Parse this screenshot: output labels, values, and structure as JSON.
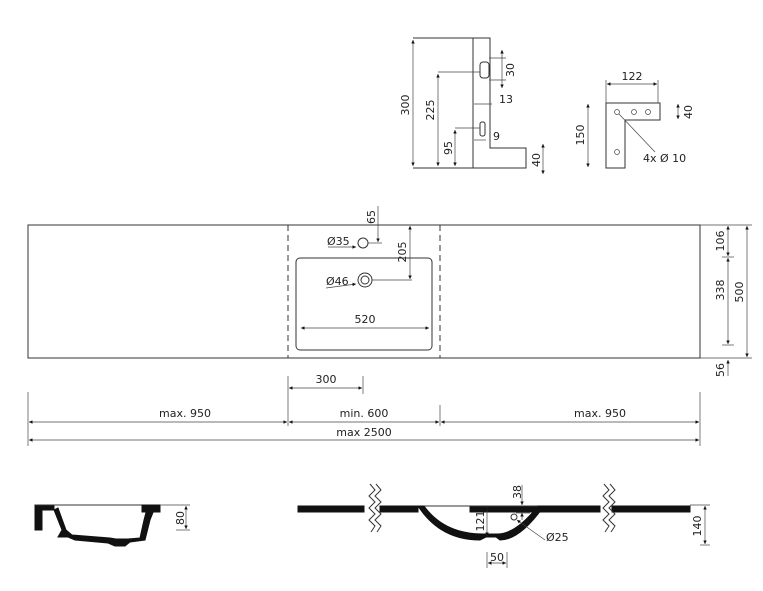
{
  "wall_bracket": {
    "height": "300",
    "pin_height": "225",
    "pin_size": "30",
    "pin_offset": "13",
    "lower_pin_height": "95",
    "lower_pin_offset": "9",
    "foot": "40"
  },
  "corner_bracket": {
    "width": "122",
    "height": "150",
    "arm": "40",
    "holes": "4x Ø 10"
  },
  "top_view": {
    "tap_hole": "Ø35",
    "tap_offset": "65",
    "drain": "Ø46",
    "drain_offset": "205",
    "basin_width": "520",
    "depth_front": "106",
    "depth_basin": "338",
    "depth_total": "500",
    "depth_back": "56",
    "center_offset": "300",
    "left_max": "max. 950",
    "mid_min": "min. 600",
    "right_max": "max. 950",
    "total_max": "max 2500"
  },
  "side_view": {
    "height": "80"
  },
  "section_view": {
    "basin_depth": "121",
    "overflow_offset": "38",
    "overflow": "Ø25",
    "drain_width": "50",
    "total_height": "140"
  }
}
